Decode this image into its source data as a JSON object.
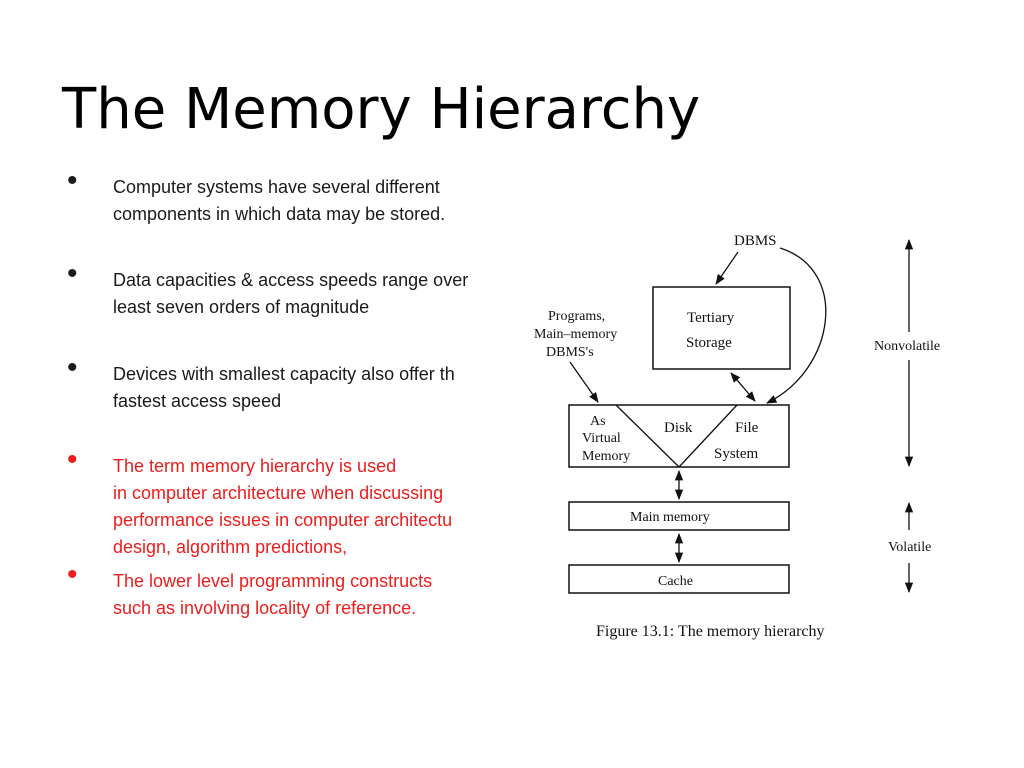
{
  "slide": {
    "title": "The Memory Hierarchy",
    "bullets": [
      {
        "text": "Computer systems have several different\ncomponents in which data may be stored.",
        "color": "#1a1a1a"
      },
      {
        "text": "Data capacities & access speeds range over\nleast seven orders of magnitude",
        "color": "#1a1a1a"
      },
      {
        "text": "Devices with smallest capacity also offer th\nfastest access speed",
        "color": "#1a1a1a"
      },
      {
        "text": "The term memory hierarchy is used\nin computer architecture when discussing\nperformance issues in computer architectu\ndesign, algorithm predictions,",
        "color": "#ee1c1c"
      },
      {
        "text": " The lower level programming constructs\nsuch as involving locality of reference.",
        "color": "#ee1c1c"
      }
    ]
  },
  "figure": {
    "dbms": "DBMS",
    "programs_label": [
      "Programs,",
      "Main–memory",
      "DBMS's"
    ],
    "tertiary": [
      "Tertiary",
      "Storage"
    ],
    "virtual_memory": [
      "As",
      "Virtual",
      "Memory"
    ],
    "disk": "Disk",
    "file_system": [
      "File",
      "System"
    ],
    "main_memory": "Main memory",
    "cache": "Cache",
    "nonvolatile": "Nonvolatile",
    "volatile": "Volatile",
    "caption": "Figure 13.1: The memory hierarchy"
  }
}
